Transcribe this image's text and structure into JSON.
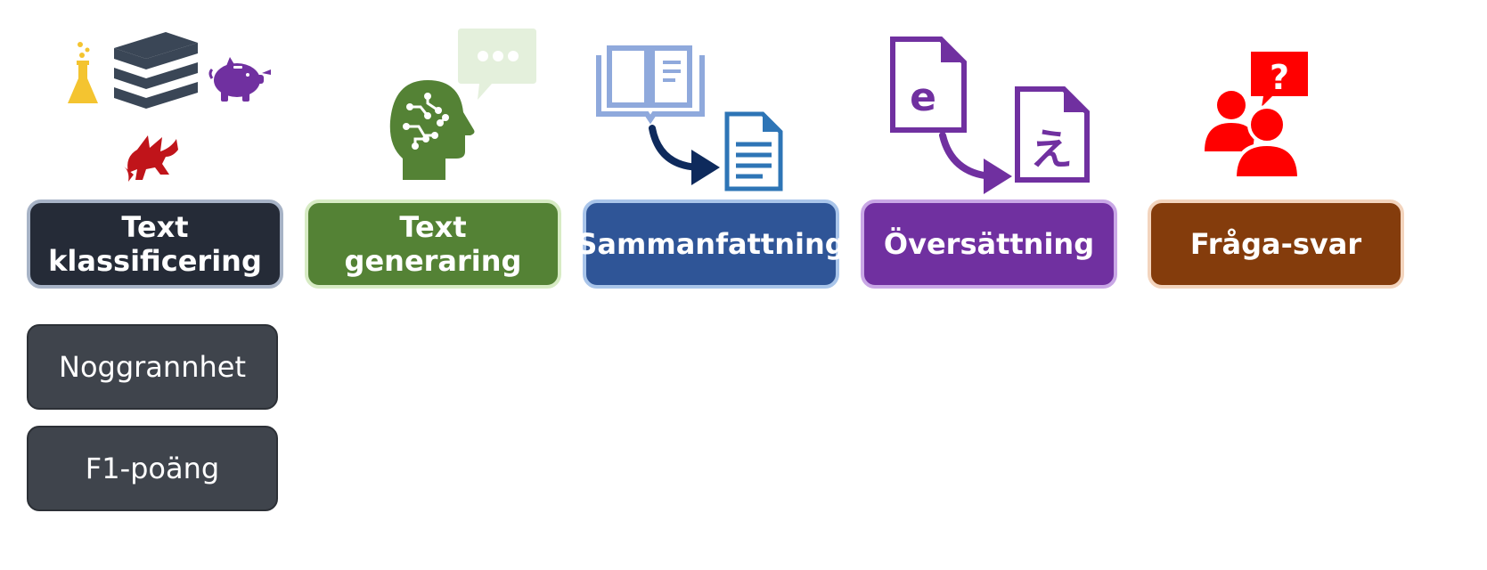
{
  "tasks": [
    {
      "label": "Text\nklassificering",
      "color": "#252b37",
      "border": "#a7b3c6"
    },
    {
      "label": "Text\ngeneraring",
      "color": "#548235",
      "border": "#d7ebc4"
    },
    {
      "label": "Sammanfattning",
      "color": "#2f5597",
      "border": "#a9c5ea"
    },
    {
      "label": "Översättning",
      "color": "#7030a0",
      "border": "#c9a7e6"
    },
    {
      "label": "Fråga-svar",
      "color": "#843c0c",
      "border": "#f3d4bd"
    }
  ],
  "metrics": [
    {
      "label": "Noggrannhet"
    },
    {
      "label": "F1-poäng"
    }
  ],
  "icons": {
    "classification": [
      "flask-icon",
      "books-icon",
      "piggy-bank-icon",
      "dragon-icon"
    ],
    "generation": [
      "ai-head-icon",
      "chat-bubble-icon"
    ],
    "summarization": [
      "open-book-icon",
      "arrow-icon",
      "document-icon"
    ],
    "translation": [
      "document-e-icon",
      "arrow-icon",
      "document-japanese-icon"
    ],
    "qa": [
      "people-question-icon"
    ]
  },
  "glyphs": {
    "source_letter": "e",
    "target_letter": "え",
    "question_mark": "?"
  }
}
